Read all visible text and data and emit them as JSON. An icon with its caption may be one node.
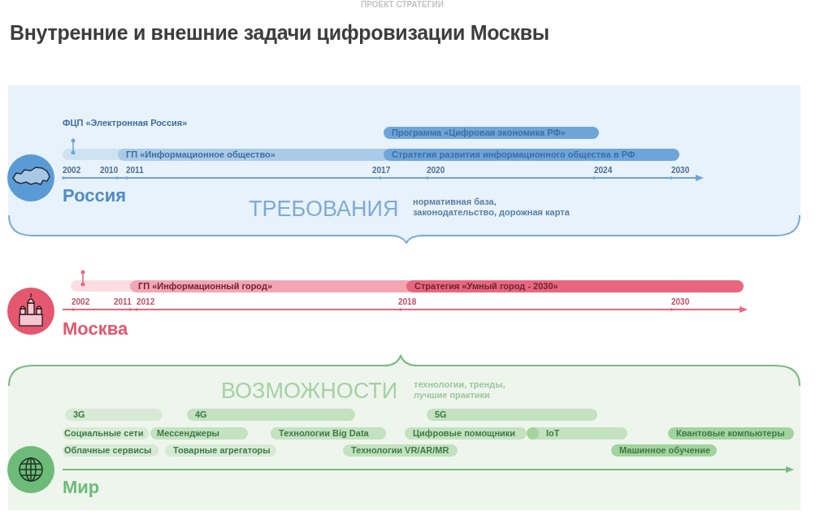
{
  "diagram": {
    "title": "Внутренние и внешние задачи цифровизации Москвы",
    "nodes": [
      {
        "text": [
          "Россия",
          "ТРЕБОВАНИЯ",
          "нормативная база, законодательство, дорожная карта"
        ]
      },
      {
        "text": [
          "ФЦП «Электронная Россия»"
        ],
        "in": 0
      },
      {
        "text": [
          "ГП «Информационное общество»"
        ],
        "in": 0
      },
      {
        "text": [
          "Программа «Цифровая экономика РФ»"
        ],
        "in": 0
      },
      {
        "text": [
          "Стратегия развития информационного общества в РФ"
        ],
        "in": 0
      },
      {
        "text": [],
        "shape": "bar"
      },
      {
        "text": [
          "ГП «Информационный город»"
        ]
      },
      {
        "text": [
          "Стратегия «Умный город - 2030»"
        ]
      },
      {
        "text": [
          "Мир",
          "ВОЗМОЖНОСТИ",
          "технологии, тренды, лучшие практики"
        ]
      },
      {
        "text": [
          "3G"
        ],
        "in": 8
      },
      {
        "text": [
          "4G"
        ],
        "in": 8
      },
      {
        "text": [
          "5G"
        ],
        "in": 8
      },
      {
        "text": [
          "Социальные сети"
        ],
        "in": 8
      },
      {
        "text": [
          "Мессенджеры"
        ],
        "in": 8
      },
      {
        "text": [
          "Технологии Big Data"
        ],
        "in": 8
      },
      {
        "text": [
          "Цифровые помощники"
        ],
        "in": 8
      },
      {
        "text": [
          "IoT"
        ],
        "in": 8
      },
      {
        "text": [
          "Квантовые компьютеры"
        ],
        "in": 8
      },
      {
        "text": [
          "Облачные сервисы"
        ],
        "in": 8
      },
      {
        "text": [
          "Товарные агрегаторы"
        ],
        "in": 8
      },
      {
        "text": [
          "Технологии VR/AR/MR"
        ],
        "in": 8
      },
      {
        "text": [
          "Машинное обучение"
        ],
        "in": 8
      }
    ],
    "labels": [
      "ПРОЕКТ СТРАТЕГИИ",
      "2002",
      "2010",
      "2011",
      "2017",
      "2020",
      "2024",
      "2030",
      "Москва",
      "2002",
      "2011",
      "2012",
      "2018",
      "2030"
    ]
  }
}
